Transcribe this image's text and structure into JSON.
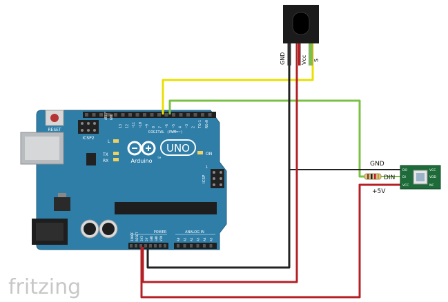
{
  "ir_sensor": {
    "pin_labels": [
      "GND",
      "Vcc",
      "S"
    ]
  },
  "arduino": {
    "reset_label": "RESET",
    "icsp2_label": "ICSP2",
    "icsp_label": "ICSP",
    "l_label": "L",
    "tx_label": "TX",
    "rx_label": "RX",
    "on_label": "ON",
    "brand": "Arduino",
    "tm": "TM",
    "model": "UNO",
    "digital_label": "DIGITAL (PWM=~)",
    "aref_label": "AREF",
    "gnd_label": "GND",
    "top_pins": [
      "13",
      "12",
      "~11",
      "~10",
      "~9",
      "8",
      "7",
      "~6",
      "~5",
      "4",
      "~3",
      "2",
      "TX▸1",
      "RX◂0"
    ],
    "power_label": "POWER",
    "analog_label": "ANALOG IN",
    "power_pins": [
      "IOREF",
      "RESET",
      "3V3",
      "5V",
      "GND",
      "GND",
      "VIN"
    ],
    "analog_pins": [
      "A0",
      "A1",
      "A2",
      "A3",
      "A4",
      "A5"
    ],
    "icsp_one": "1"
  },
  "led_module": {
    "left_pins": [
      "DO",
      "DI",
      "VCC"
    ],
    "right_pins": [
      "VCC",
      "VDD",
      "NC"
    ]
  },
  "wire_labels": {
    "gnd": "GND",
    "din": "DIN",
    "v5": "+5V"
  },
  "watermark": "fritzing"
}
